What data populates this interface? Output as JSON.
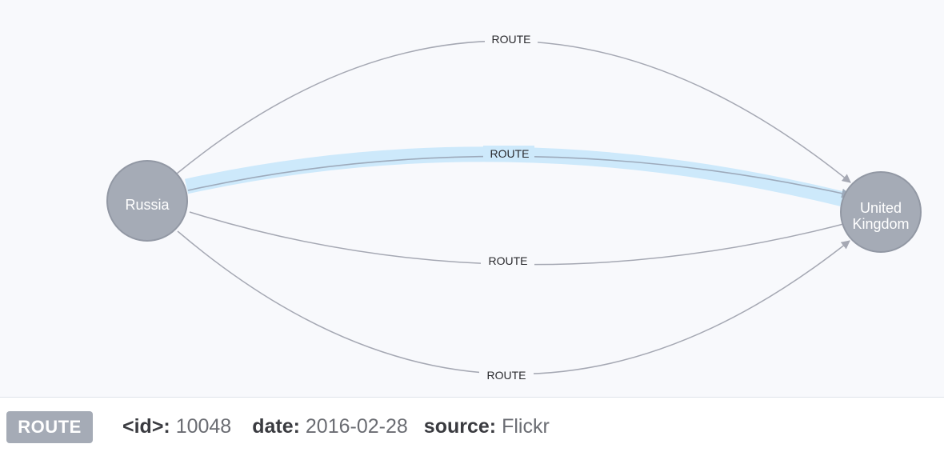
{
  "nodes": {
    "russia": {
      "label": "Russia"
    },
    "uk": {
      "label_line1": "United",
      "label_line2": "Kingdom"
    }
  },
  "edges": [
    {
      "label": "ROUTE",
      "selected": false
    },
    {
      "label": "ROUTE",
      "selected": true
    },
    {
      "label": "ROUTE",
      "selected": false
    },
    {
      "label": "ROUTE",
      "selected": false
    }
  ],
  "inspector": {
    "type": "ROUTE",
    "properties": {
      "id_key": "<id>:",
      "id_value": "10048",
      "date_key": "date:",
      "date_value": "2016-02-28",
      "source_key": "source:",
      "source_value": "Flickr"
    }
  },
  "colors": {
    "node": "#a5abb6",
    "edge": "#a5a8b3",
    "selection": "#cde9fb",
    "canvas": "#f8f9fc"
  }
}
